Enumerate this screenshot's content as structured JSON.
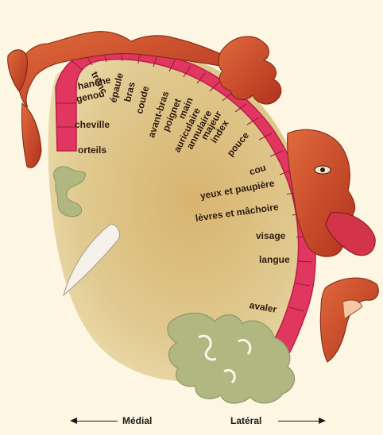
{
  "labels": {
    "tronc": "tronc",
    "hanche": "hanche",
    "genou": "genou",
    "epaule": "épaule",
    "bras": "bras",
    "coude": "coude",
    "avant_bras": "avant-bras",
    "poignet": "poignet",
    "main": "main",
    "auriculaire": "auriculaire",
    "annulaire": "annulaire",
    "majeur": "majeur",
    "index": "index",
    "pouce": "pouce",
    "cou": "cou",
    "cheville": "cheville",
    "orteils": "orteils",
    "yeux_paupiere": "yeux et paupière",
    "levres_machoire": "lèvres et mâchoire",
    "visage": "visage",
    "langue": "langue",
    "avaler": "avaler"
  },
  "axis": {
    "medial": "Médial",
    "lateral": "Latéral"
  },
  "colors": {
    "background": "#fdf6e3",
    "cortex": "#e0365f",
    "white_matter": "#d9bf82",
    "gyri": "#b1b781",
    "homunculus_skin": "#c9472b"
  }
}
